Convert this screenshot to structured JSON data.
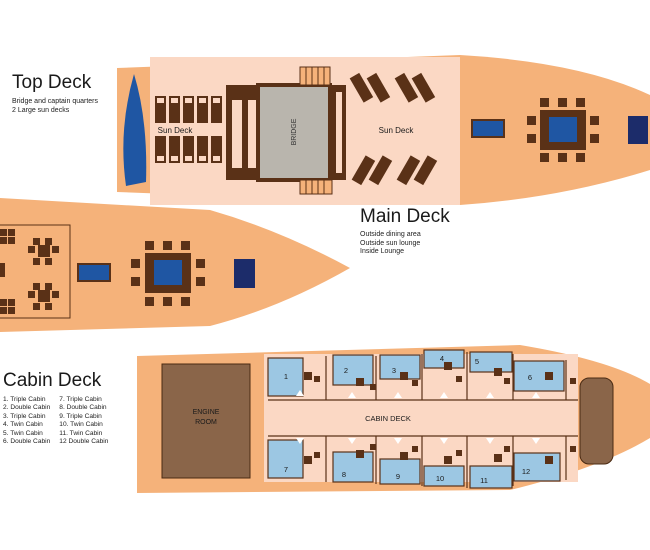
{
  "top_deck": {
    "title": "Top Deck",
    "notes": [
      "Bridge and captain quarters",
      "2 Large sun decks"
    ],
    "labels": {
      "sun_deck_left": "Sun Deck",
      "bridge": "BRIDGE",
      "sun_deck_right": "Sun Deck"
    }
  },
  "main_deck": {
    "title": "Main Deck",
    "notes": [
      "Outside dining area",
      "Outside sun lounge",
      "Inside Lounge"
    ]
  },
  "cabin_deck": {
    "title": "Cabin Deck",
    "engine_room": "ENGINE ROOM",
    "center_label": "CABIN DECK",
    "cabins_col1": [
      "1. Triple Cabin",
      "2. Double Cabin",
      "3. Triple Cabin",
      "4. Twin Cabin",
      "5. Twin Cabin",
      "6. Double Cabin"
    ],
    "cabins_col2": [
      "7. Triple Cabin",
      "8. Double Cabin",
      "9. Triple Cabin",
      "10. Twin Cabin",
      "11. Twin Cabin",
      "12 Double Cabin"
    ],
    "cabin_numbers": [
      "1",
      "2",
      "3",
      "4",
      "5",
      "6",
      "7",
      "8",
      "9",
      "10",
      "11",
      "12"
    ]
  },
  "colors": {
    "hull": "#f5b27a",
    "light_deck": "#fbd8c4",
    "furniture": "#5a3117",
    "bridge": "#b9b5ad",
    "water": "#1f56a3",
    "navy": "#1c2c6a",
    "cabin": "#9cc7e3",
    "engine": "#8a6549"
  }
}
